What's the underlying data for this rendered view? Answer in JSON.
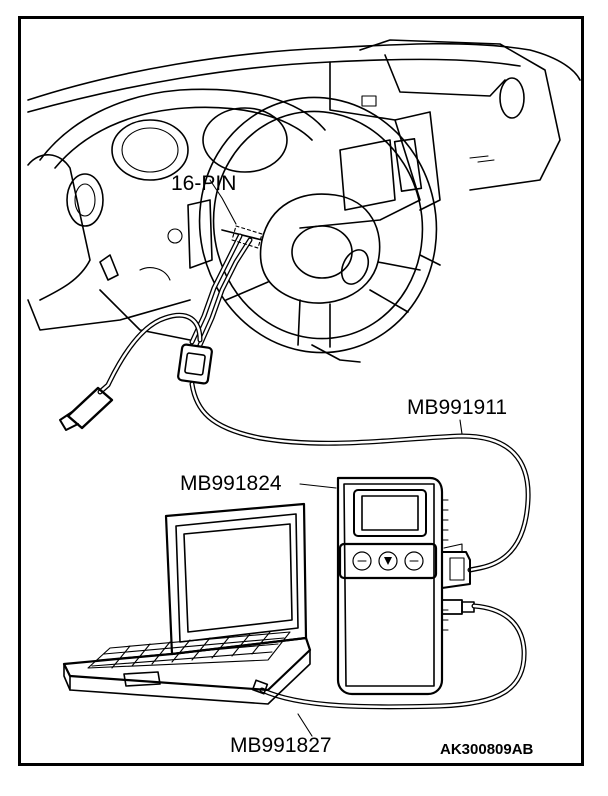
{
  "labels": {
    "connector": "16-PIN",
    "cable_main": "MB991911",
    "tester": "MB991824",
    "usb_cable": "MB991827"
  },
  "figure_code": "AK300809AB"
}
